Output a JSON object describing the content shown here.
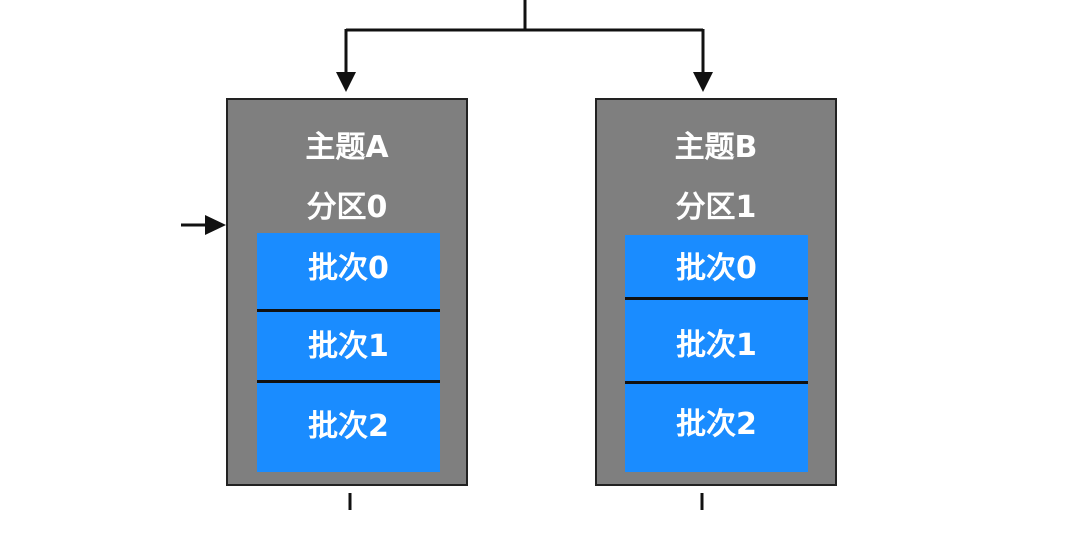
{
  "topics": [
    {
      "title": "主题A",
      "partition": "分区0",
      "batches": [
        "批次0",
        "批次1",
        "批次2"
      ]
    },
    {
      "title": "主题B",
      "partition": "分区1",
      "batches": [
        "批次0",
        "批次1",
        "批次2"
      ]
    }
  ],
  "colors": {
    "panel": "#7f7f7f",
    "batch": "#1a8cff",
    "line": "#111111",
    "text": "#ffffff"
  }
}
